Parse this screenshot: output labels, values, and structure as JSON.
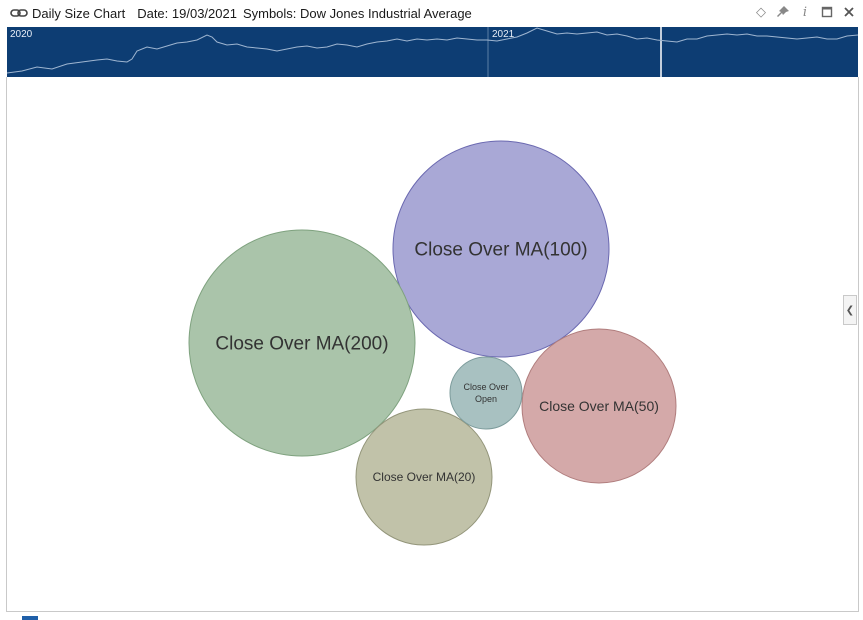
{
  "window": {
    "title": "Daily Size Chart",
    "date_text": "Date: 19/03/2021",
    "symbols_text": "Symbols: Dow Jones Industrial Average"
  },
  "controls": {
    "diamond_icon": "diamond-icon",
    "pin_icon": "pin-icon",
    "info_icon": "info-icon",
    "maximize_icon": "maximize-icon",
    "close_icon": "close-icon"
  },
  "navigator": {
    "year_labels": [
      "2020",
      "2021"
    ],
    "background": "#0d3d73",
    "line_color": "#9fb6d1"
  },
  "chart_data": {
    "type": "bubble",
    "bubbles": [
      {
        "label": "Close Over MA(100)",
        "color": "#a9a8d6",
        "text_color": "#333",
        "font": 19,
        "stroke": "#6a68b0"
      },
      {
        "label": "Close Over MA(200)",
        "color": "#aac4aa",
        "text_color": "#333",
        "font": 19,
        "stroke": "#7fa27f"
      },
      {
        "label": "Close Over MA(50)",
        "color": "#d4a9a9",
        "text_color": "#333",
        "font": 14,
        "stroke": "#b07d7d"
      },
      {
        "label": "Close Over MA(20)",
        "color": "#c1c2a9",
        "text_color": "#333",
        "font": 12,
        "stroke": "#93957a"
      },
      {
        "label": "Close Over Open",
        "color": "#a8c1c1",
        "text_color": "#333",
        "font": 9,
        "stroke": "#7d9c9c"
      }
    ]
  }
}
